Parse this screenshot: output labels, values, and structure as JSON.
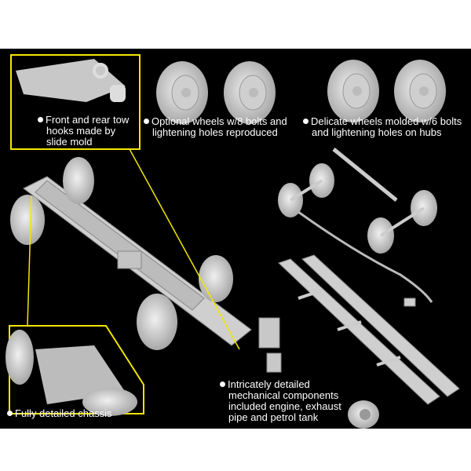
{
  "captions": {
    "tow_hooks": [
      "Front and rear tow",
      "hooks made by",
      "slide mold"
    ],
    "optional_wheels": [
      "Optional wheels w/8 bolts and",
      "lightening holes reproduced"
    ],
    "delicate_wheels": [
      "Delicate wheels molded w/6 bolts",
      "and lightening holes on hubs"
    ],
    "chassis": [
      "Fully detailed chassis"
    ],
    "mechanical": [
      "Intricately detailed",
      "mechanical components",
      "included engine, exhaust",
      "pipe and petrol tank"
    ]
  },
  "colors": {
    "background": "#000000",
    "callout": "#f2e600",
    "model": "#d8d8d8",
    "text": "#ffffff"
  }
}
